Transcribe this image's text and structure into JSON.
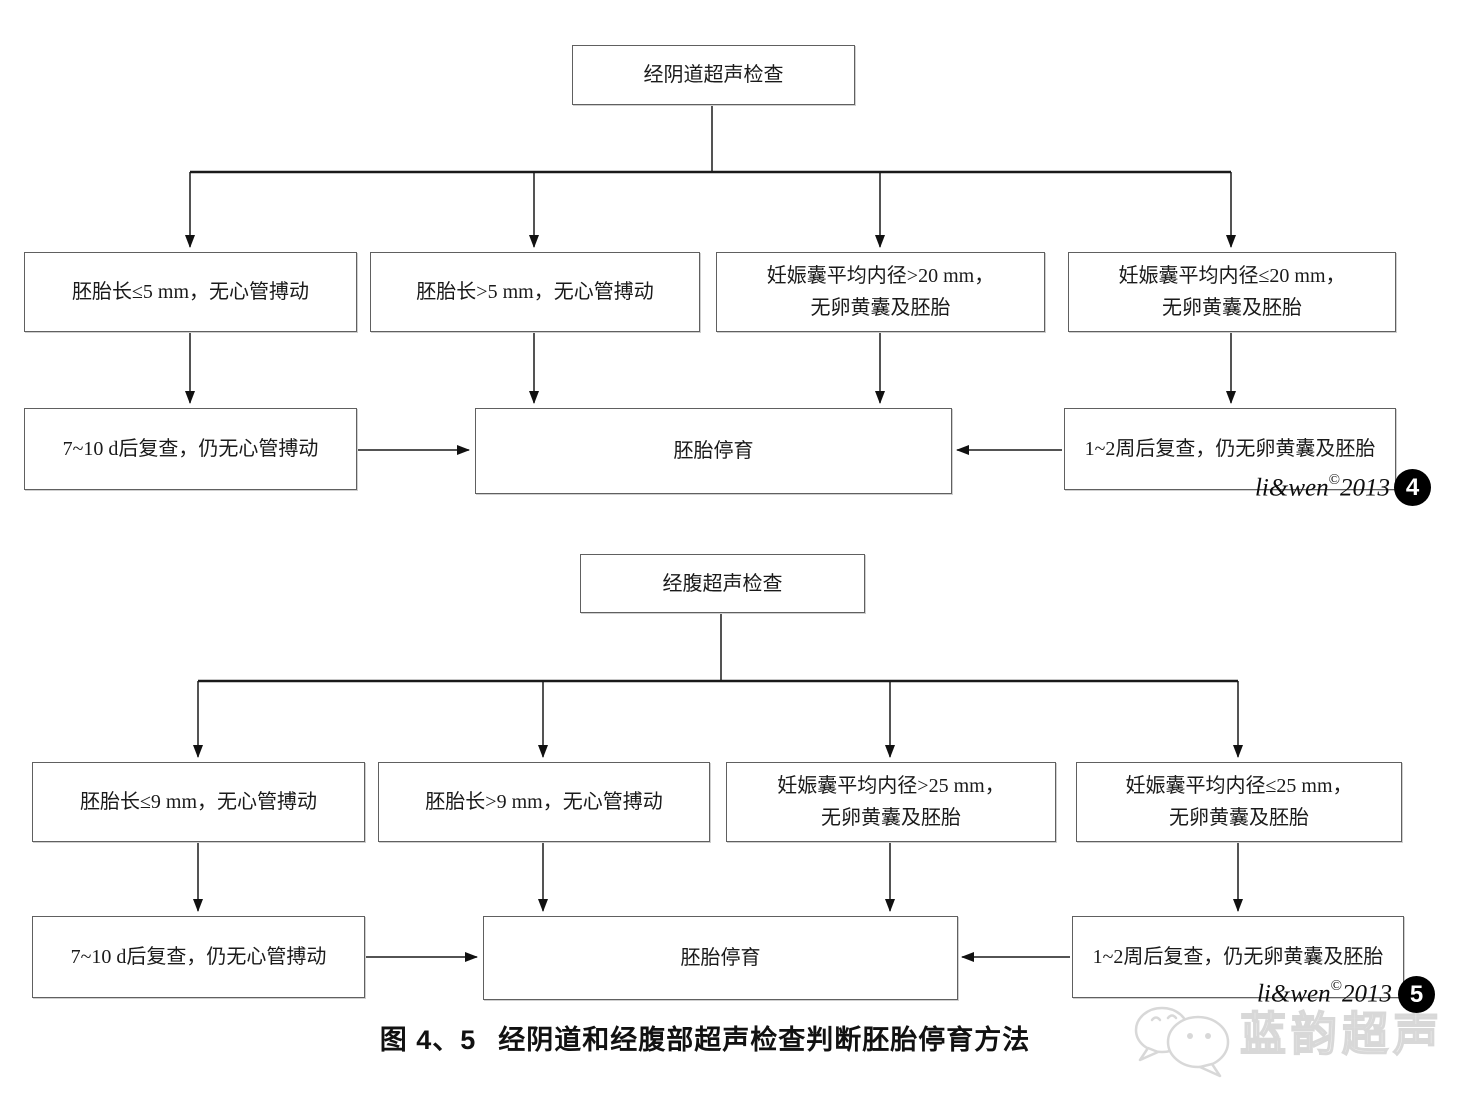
{
  "charts": [
    {
      "title": "经阴道超声检查",
      "cond1": "胚胎长≤5 mm，无心管搏动",
      "cond2": "胚胎长>5 mm，无心管搏动",
      "cond3": "妊娠囊平均内径>20 mm，\n无卵黄囊及胚胎",
      "cond4": "妊娠囊平均内径≤20 mm，\n无卵黄囊及胚胎",
      "recheck_left": "7~10 d后复查，仍无心管搏动",
      "outcome": "胚胎停育",
      "recheck_right": "1~2周后复查，仍无卵黄囊及胚胎",
      "credit_name": "li&wen",
      "credit_mark": "©",
      "credit_year": "2013",
      "badge": "4"
    },
    {
      "title": "经腹超声检查",
      "cond1": "胚胎长≤9 mm，无心管搏动",
      "cond2": "胚胎长>9 mm，无心管搏动",
      "cond3": "妊娠囊平均内径>25 mm，\n无卵黄囊及胚胎",
      "cond4": "妊娠囊平均内径≤25 mm，\n无卵黄囊及胚胎",
      "recheck_left": "7~10 d后复查，仍无心管搏动",
      "outcome": "胚胎停育",
      "recheck_right": "1~2周后复查，仍无卵黄囊及胚胎",
      "credit_name": "li&wen",
      "credit_mark": "©",
      "credit_year": "2013",
      "badge": "5"
    }
  ],
  "caption": {
    "prefix": "图 4、5",
    "text": "经阴道和经腹部超声检查判断胚胎停育方法"
  },
  "watermark": {
    "logo_icon": "wechat-bubbles-icon",
    "text": "蓝韵超声"
  },
  "colors": {
    "line": "#1a1a1a",
    "box_border": "#606060",
    "badge_bg": "#000000",
    "watermark_gray": "#d8d8d8"
  }
}
